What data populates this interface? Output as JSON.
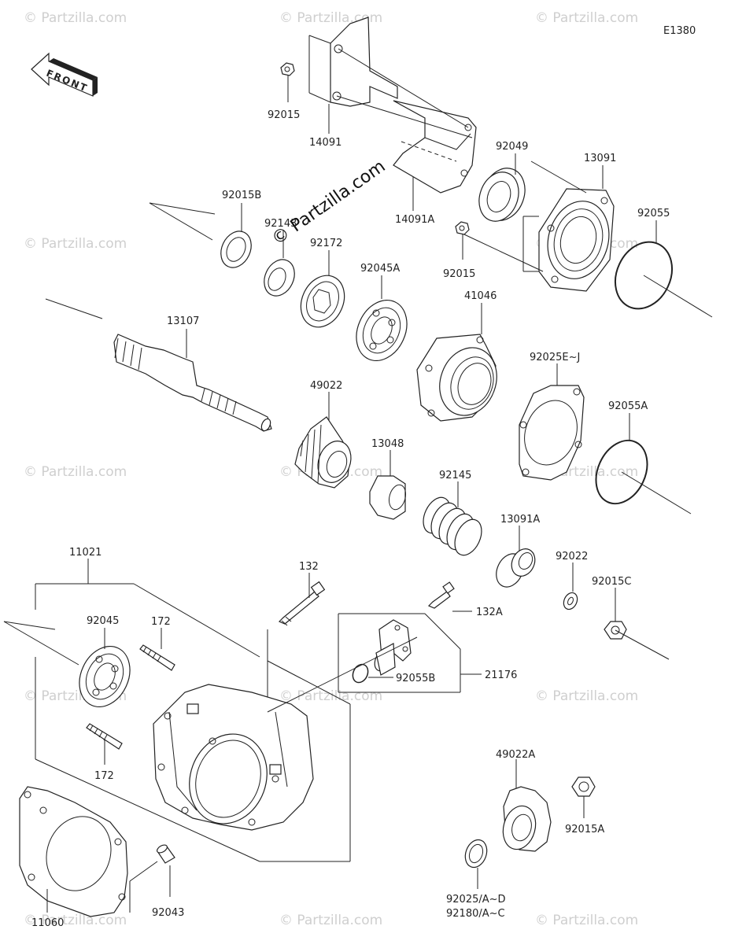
{
  "diagram": {
    "code": "E1380",
    "front_label": "FRONT",
    "center_watermark": "© Partzilla.com",
    "watermark": "© Partzilla.com",
    "labels": {
      "p92015": "92015",
      "p14091": "14091",
      "p92049": "92049",
      "p13091": "13091",
      "p14091A": "14091A",
      "p92015B": "92015B",
      "p92143": "92143",
      "p92172": "92172",
      "p92045A": "92045A",
      "p92015_2": "92015",
      "p92055": "92055",
      "p13107": "13107",
      "p41046": "41046",
      "p49022": "49022",
      "p92025EJ": "92025E~J",
      "p92055A": "92055A",
      "p13048": "13048",
      "p92145": "92145",
      "p13091A": "13091A",
      "p11021": "11021",
      "p132": "132",
      "p92022": "92022",
      "p92015C": "92015C",
      "p92045": "92045",
      "p172a": "172",
      "p132A": "132A",
      "p21176": "21176",
      "p92055B": "92055B",
      "p172b": "172",
      "p49022A": "49022A",
      "p92015A": "92015A",
      "p92025AD": "92025/A~D",
      "p92180AC": "92180/A~C",
      "p11060": "11060",
      "p92043": "92043"
    }
  }
}
